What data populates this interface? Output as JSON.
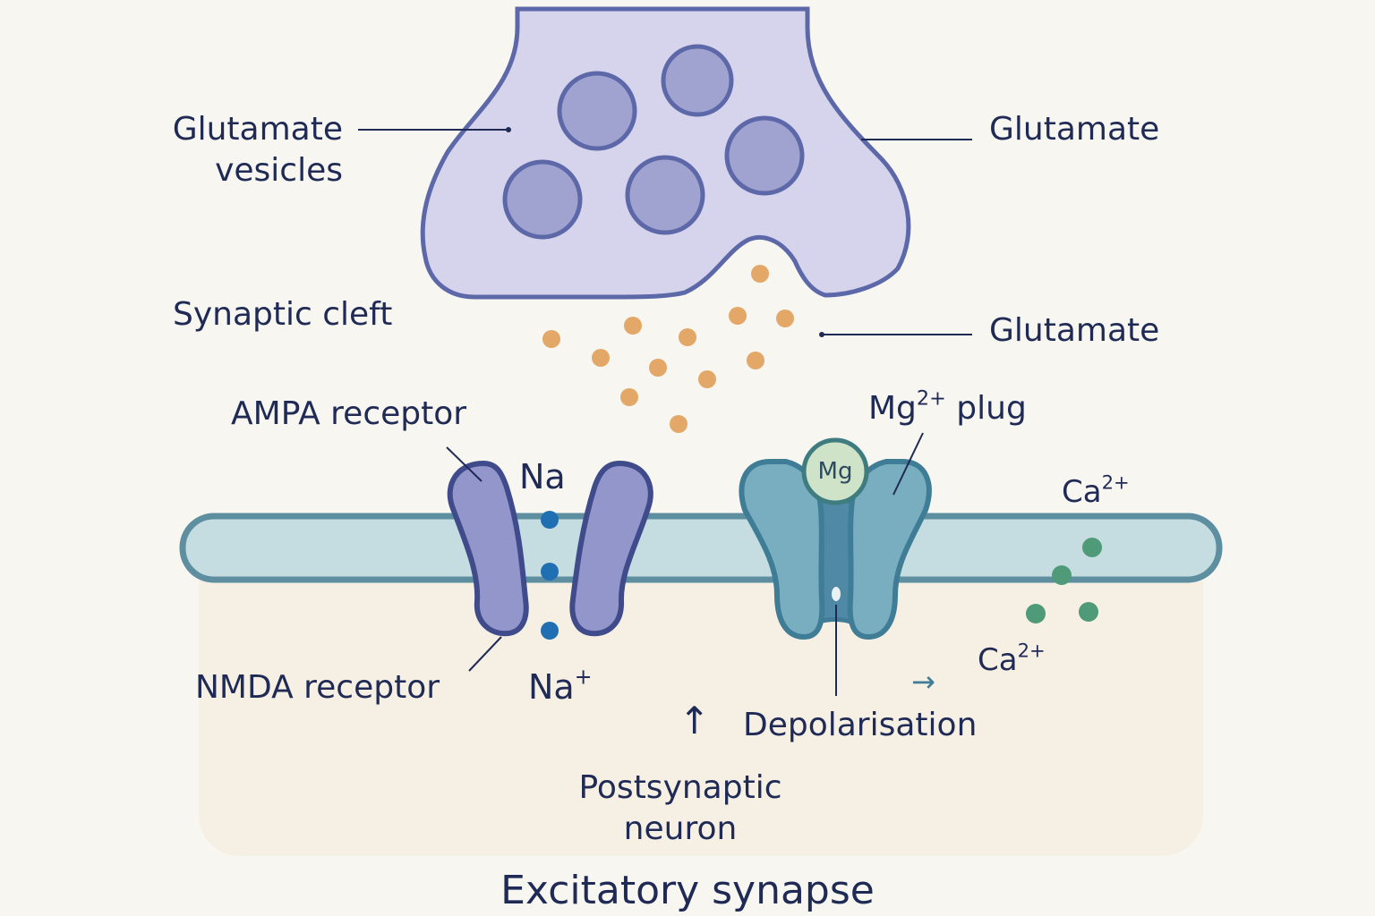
{
  "labels": {
    "glutamate_vesicles_line1": "Glutamate",
    "glutamate_vesicles_line2": "vesicles",
    "glutamate_top_right": "Glutamate",
    "synaptic_cleft": "Synaptic cleft",
    "glutamate_mid_right": "Glutamate",
    "ampa_receptor": "AMPA receptor",
    "na_channel_top": "Na",
    "mg_plug_base": "Mg",
    "mg_plug_sup": "2+",
    "mg_plug_rest": " plug",
    "mg_ion": "Mg",
    "ca_top_base": "Ca",
    "ca_top_sup": "2+",
    "ca_bottom_base": "Ca",
    "ca_bottom_sup": "2+",
    "nmda_receptor": "NMDA receptor",
    "na_plus_base": "Na",
    "na_plus_sup": "+",
    "up_arrow": "↑",
    "right_arrow": "→",
    "depolarisation": "Depolarisation",
    "postsynaptic_line1": "Postsynaptic",
    "postsynaptic_line2": "neuron",
    "title": "Excitatory synapse"
  },
  "colors": {
    "background": "#f7f6f1",
    "presynaptic_fill": "#d6d4ec",
    "presynaptic_stroke": "#5d68a8",
    "vesicle_fill": "#a0a2cf",
    "glutamate_dot": "#e3a867",
    "membrane_fill": "#c5dde1",
    "membrane_stroke": "#5e8fa0",
    "postsynaptic_fill": "#f6efe4",
    "ampa_fill": "#9296cb",
    "ampa_stroke": "#3f4b8a",
    "nmda_fill": "#79adc0",
    "nmda_stroke": "#3f7c95",
    "mg_fill": "#cfe3c8",
    "mg_stroke": "#3f7c80",
    "na_ion": "#1f6fb2",
    "ca_ion": "#4f9a78",
    "text": "#1f2a55"
  },
  "icons": [
    "presynaptic-terminal",
    "glutamate-vesicle",
    "glutamate-molecule",
    "ampa-receptor-channel",
    "nmda-receptor-channel",
    "mg-ion",
    "na-ion",
    "ca-ion",
    "up-arrow",
    "right-arrow"
  ]
}
